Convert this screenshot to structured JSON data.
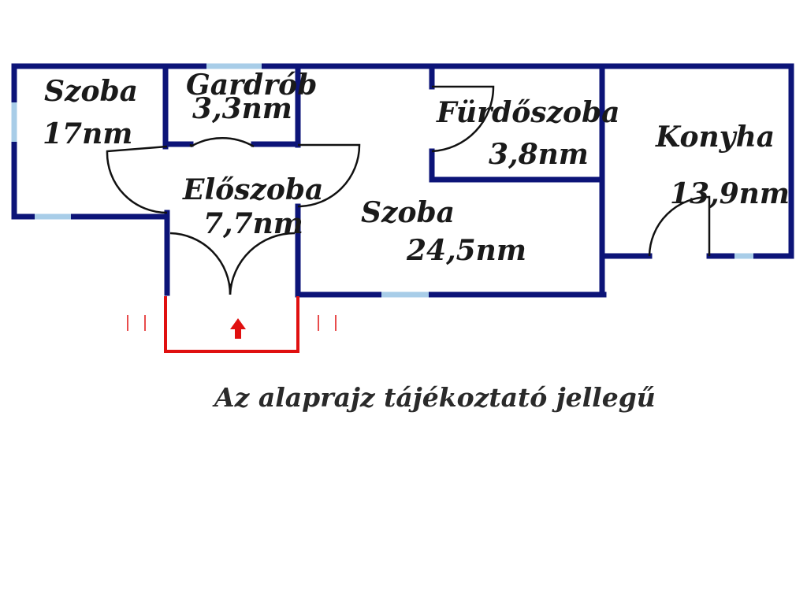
{
  "rooms": [
    {
      "name": "Szoba",
      "area": "17nm"
    },
    {
      "name": "Gardrób",
      "area": "3,3nm"
    },
    {
      "name": "Előszoba",
      "area": "7,7nm"
    },
    {
      "name": "Fürdőszoba",
      "area": "3,8nm"
    },
    {
      "name": "Szoba",
      "area": "24,5nm"
    },
    {
      "name": "Konyha",
      "area": "13,9nm"
    }
  ],
  "disclaimer": "Az alaprajz tájékoztató jellegű",
  "colors": {
    "wall": "#0c1478",
    "window": "#a8cde8",
    "door": "#111111",
    "entrance": "#e01010"
  },
  "icons": [
    "entrance-arrow-icon"
  ]
}
